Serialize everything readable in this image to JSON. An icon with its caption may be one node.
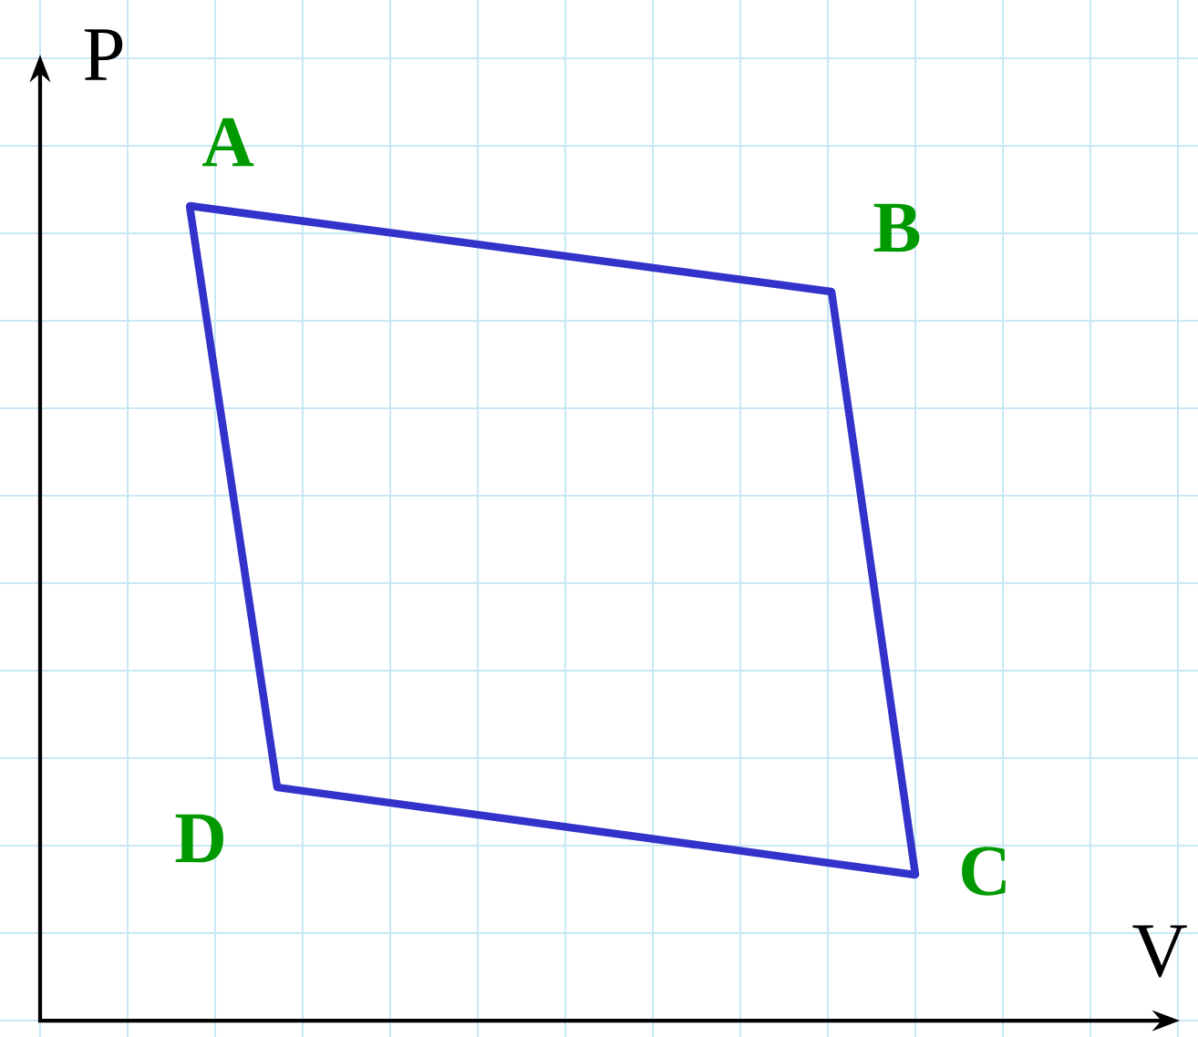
{
  "diagram": {
    "nodes": [
      {
        "text": [
          "A"
        ]
      },
      {
        "text": [
          "B"
        ]
      },
      {
        "text": [
          "C"
        ]
      },
      {
        "text": [
          "D"
        ]
      }
    ],
    "edges": [
      {
        "from": 0,
        "to": 1,
        "arrow": "none"
      },
      {
        "from": 1,
        "to": 2,
        "arrow": "none"
      },
      {
        "from": 2,
        "to": 3,
        "arrow": "none"
      },
      {
        "from": 3,
        "to": 0,
        "arrow": "none"
      }
    ],
    "labels": [
      "P",
      "V"
    ]
  }
}
